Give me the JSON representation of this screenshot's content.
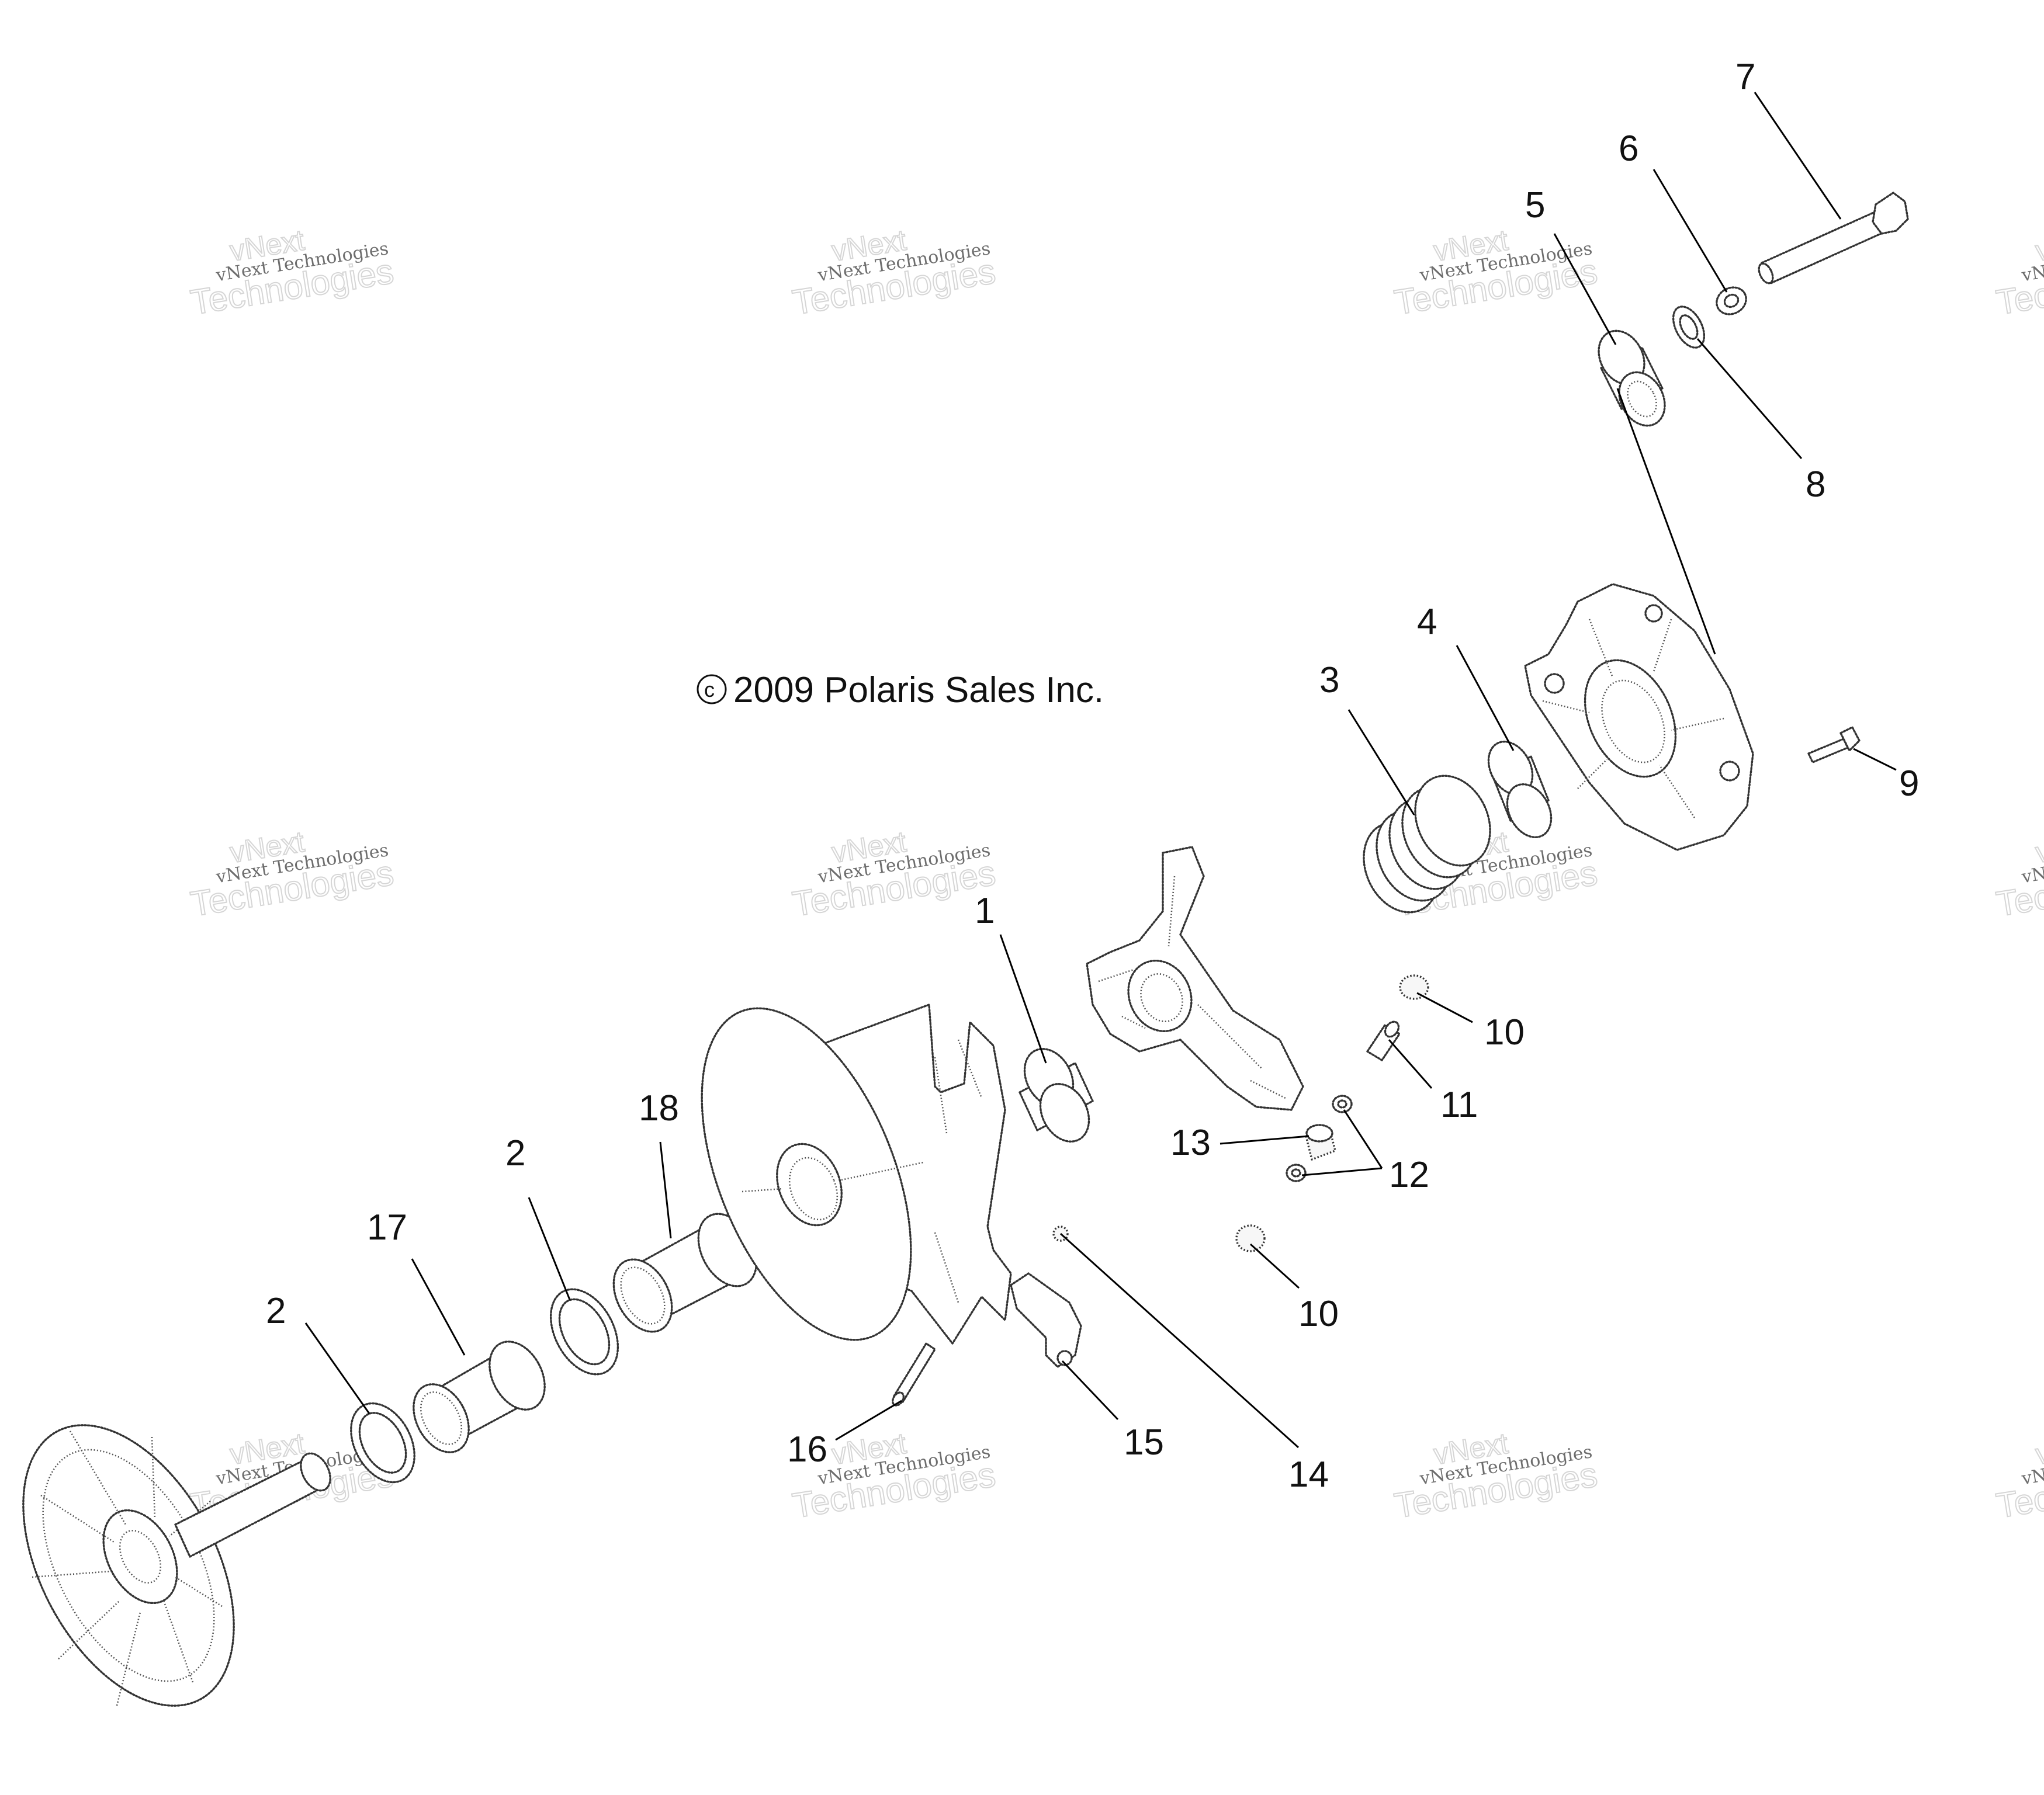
{
  "copyright": "2009 Polaris Sales Inc.",
  "copyright_symbol": "c",
  "watermark": {
    "brand": "vNext",
    "company": "vNext Technologies",
    "big_word": "Technologies"
  },
  "callouts": [
    "1",
    "2",
    "2",
    "3",
    "4",
    "5",
    "6",
    "7",
    "8",
    "9",
    "10",
    "10",
    "11",
    "12",
    "13",
    "14",
    "15",
    "16",
    "17",
    "18"
  ],
  "part_icons": {
    "sheave": "fan-sheave-icon",
    "cover": "cover-icon",
    "spider": "spider-icon",
    "spring": "spring-icon",
    "bolt": "bolt-icon",
    "washer": "washer-icon",
    "bushing": "bushing-icon",
    "roller": "roller-icon",
    "weight": "weight-icon"
  },
  "colors": {
    "line": "#333333",
    "text": "#111111",
    "watermark": "#6d6d6d"
  }
}
